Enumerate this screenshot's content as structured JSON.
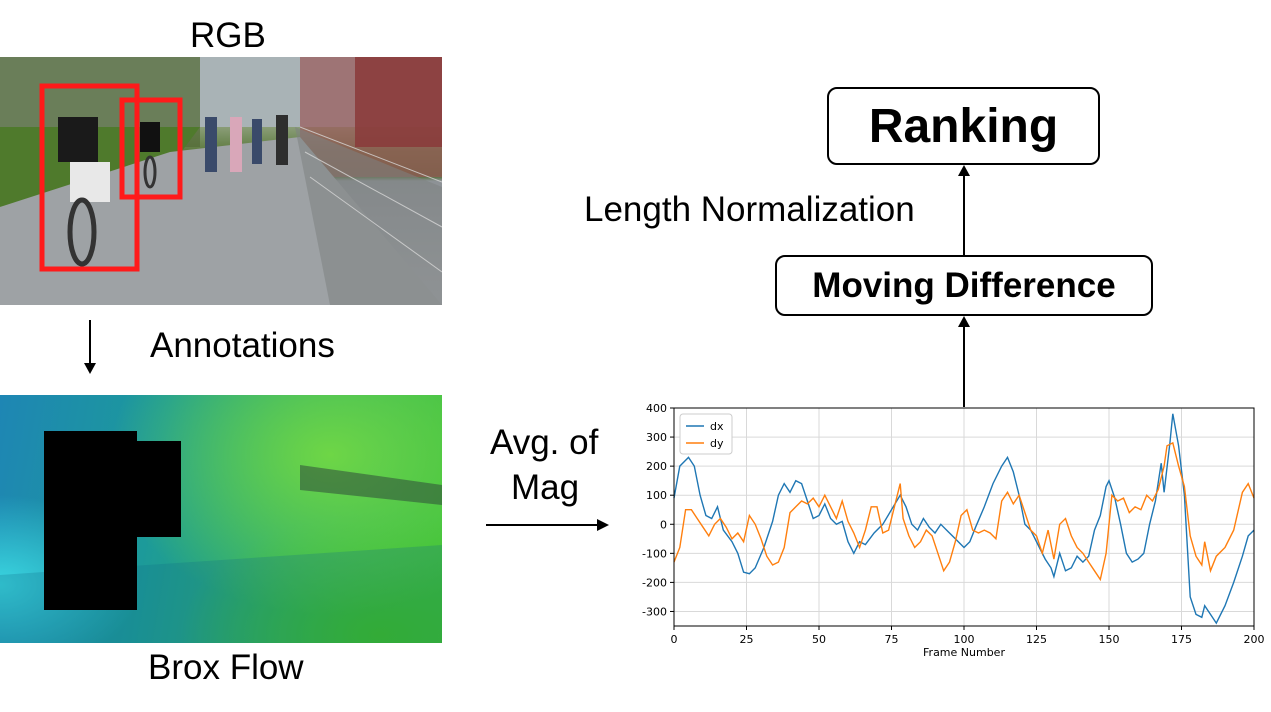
{
  "labels": {
    "rgb": "RGB",
    "annotations": "Annotations",
    "brox_flow": "Brox Flow",
    "avg_of": "Avg. of",
    "mag": "Mag",
    "length_normalization": "Length Normalization"
  },
  "boxes": {
    "ranking": "Ranking",
    "moving_difference": "Moving Difference"
  },
  "colors": {
    "annotation_box": "#ff1a1a",
    "dx_series": "#1f77b4",
    "dy_series": "#ff7f0e"
  },
  "chart_data": {
    "type": "line",
    "xlabel": "Frame Number",
    "ylabel": "",
    "xlim": [
      0,
      200
    ],
    "ylim": [
      -350,
      400
    ],
    "xticks": [
      0,
      25,
      50,
      75,
      100,
      125,
      150,
      175,
      200
    ],
    "yticks": [
      400,
      300,
      200,
      100,
      0,
      -100,
      -200,
      -300
    ],
    "grid": true,
    "legend": "top-left",
    "series": [
      {
        "name": "dx",
        "color": "#1f77b4",
        "points": [
          [
            0,
            90
          ],
          [
            2,
            200
          ],
          [
            5,
            230
          ],
          [
            7,
            200
          ],
          [
            9,
            100
          ],
          [
            11,
            30
          ],
          [
            13,
            20
          ],
          [
            15,
            60
          ],
          [
            17,
            -20
          ],
          [
            20,
            -60
          ],
          [
            22,
            -100
          ],
          [
            24,
            -165
          ],
          [
            26,
            -170
          ],
          [
            28,
            -150
          ],
          [
            31,
            -80
          ],
          [
            34,
            10
          ],
          [
            36,
            100
          ],
          [
            38,
            140
          ],
          [
            40,
            110
          ],
          [
            42,
            150
          ],
          [
            44,
            140
          ],
          [
            46,
            80
          ],
          [
            48,
            20
          ],
          [
            50,
            30
          ],
          [
            52,
            70
          ],
          [
            54,
            20
          ],
          [
            56,
            0
          ],
          [
            58,
            10
          ],
          [
            60,
            -60
          ],
          [
            62,
            -100
          ],
          [
            64,
            -60
          ],
          [
            66,
            -70
          ],
          [
            69,
            -30
          ],
          [
            72,
            0
          ],
          [
            75,
            50
          ],
          [
            78,
            100
          ],
          [
            80,
            60
          ],
          [
            82,
            0
          ],
          [
            84,
            -20
          ],
          [
            86,
            20
          ],
          [
            88,
            -10
          ],
          [
            90,
            -30
          ],
          [
            92,
            0
          ],
          [
            94,
            -20
          ],
          [
            97,
            -50
          ],
          [
            100,
            -80
          ],
          [
            102,
            -60
          ],
          [
            104,
            -10
          ],
          [
            107,
            60
          ],
          [
            110,
            140
          ],
          [
            113,
            200
          ],
          [
            115,
            230
          ],
          [
            117,
            180
          ],
          [
            119,
            100
          ],
          [
            121,
            0
          ],
          [
            123,
            -20
          ],
          [
            126,
            -80
          ],
          [
            128,
            -120
          ],
          [
            130,
            -150
          ],
          [
            131,
            -180
          ],
          [
            133,
            -100
          ],
          [
            135,
            -160
          ],
          [
            137,
            -150
          ],
          [
            139,
            -110
          ],
          [
            141,
            -130
          ],
          [
            143,
            -110
          ],
          [
            145,
            -20
          ],
          [
            147,
            30
          ],
          [
            149,
            130
          ],
          [
            150,
            150
          ],
          [
            152,
            90
          ],
          [
            154,
            0
          ],
          [
            156,
            -100
          ],
          [
            158,
            -130
          ],
          [
            160,
            -120
          ],
          [
            162,
            -100
          ],
          [
            164,
            0
          ],
          [
            166,
            80
          ],
          [
            168,
            210
          ],
          [
            169,
            110
          ],
          [
            171,
            280
          ],
          [
            172,
            380
          ],
          [
            174,
            270
          ],
          [
            176,
            100
          ],
          [
            178,
            -250
          ],
          [
            180,
            -310
          ],
          [
            182,
            -320
          ],
          [
            183,
            -280
          ],
          [
            185,
            -310
          ],
          [
            187,
            -340
          ],
          [
            190,
            -280
          ],
          [
            193,
            -200
          ],
          [
            196,
            -110
          ],
          [
            198,
            -40
          ],
          [
            200,
            -20
          ]
        ]
      },
      {
        "name": "dy",
        "color": "#ff7f0e",
        "points": [
          [
            0,
            -130
          ],
          [
            2,
            -80
          ],
          [
            4,
            50
          ],
          [
            6,
            50
          ],
          [
            8,
            20
          ],
          [
            10,
            -10
          ],
          [
            12,
            -40
          ],
          [
            14,
            0
          ],
          [
            16,
            20
          ],
          [
            18,
            -10
          ],
          [
            20,
            -50
          ],
          [
            22,
            -30
          ],
          [
            24,
            -60
          ],
          [
            26,
            30
          ],
          [
            28,
            0
          ],
          [
            30,
            -50
          ],
          [
            32,
            -110
          ],
          [
            34,
            -140
          ],
          [
            36,
            -130
          ],
          [
            38,
            -80
          ],
          [
            40,
            40
          ],
          [
            42,
            60
          ],
          [
            44,
            80
          ],
          [
            46,
            70
          ],
          [
            48,
            90
          ],
          [
            50,
            60
          ],
          [
            52,
            100
          ],
          [
            54,
            60
          ],
          [
            56,
            20
          ],
          [
            58,
            80
          ],
          [
            60,
            10
          ],
          [
            62,
            -30
          ],
          [
            64,
            -80
          ],
          [
            66,
            -20
          ],
          [
            68,
            60
          ],
          [
            70,
            60
          ],
          [
            72,
            -30
          ],
          [
            74,
            -20
          ],
          [
            76,
            60
          ],
          [
            78,
            140
          ],
          [
            79,
            20
          ],
          [
            81,
            -40
          ],
          [
            83,
            -80
          ],
          [
            85,
            -60
          ],
          [
            87,
            -20
          ],
          [
            89,
            -40
          ],
          [
            91,
            -100
          ],
          [
            93,
            -160
          ],
          [
            95,
            -130
          ],
          [
            97,
            -60
          ],
          [
            99,
            30
          ],
          [
            101,
            50
          ],
          [
            103,
            -20
          ],
          [
            105,
            -30
          ],
          [
            107,
            -20
          ],
          [
            109,
            -30
          ],
          [
            111,
            -50
          ],
          [
            113,
            80
          ],
          [
            115,
            110
          ],
          [
            117,
            70
          ],
          [
            119,
            100
          ],
          [
            121,
            40
          ],
          [
            123,
            -20
          ],
          [
            125,
            -40
          ],
          [
            127,
            -100
          ],
          [
            129,
            -20
          ],
          [
            131,
            -120
          ],
          [
            133,
            0
          ],
          [
            135,
            20
          ],
          [
            137,
            -40
          ],
          [
            139,
            -80
          ],
          [
            141,
            -100
          ],
          [
            143,
            -130
          ],
          [
            145,
            -160
          ],
          [
            147,
            -190
          ],
          [
            149,
            -100
          ],
          [
            151,
            100
          ],
          [
            153,
            80
          ],
          [
            155,
            90
          ],
          [
            157,
            40
          ],
          [
            159,
            60
          ],
          [
            161,
            50
          ],
          [
            163,
            100
          ],
          [
            165,
            80
          ],
          [
            167,
            120
          ],
          [
            169,
            200
          ],
          [
            170,
            270
          ],
          [
            172,
            280
          ],
          [
            174,
            200
          ],
          [
            176,
            130
          ],
          [
            178,
            -40
          ],
          [
            180,
            -110
          ],
          [
            182,
            -140
          ],
          [
            183,
            -60
          ],
          [
            185,
            -160
          ],
          [
            187,
            -110
          ],
          [
            190,
            -80
          ],
          [
            193,
            -20
          ],
          [
            196,
            110
          ],
          [
            198,
            140
          ],
          [
            200,
            90
          ]
        ]
      }
    ]
  }
}
